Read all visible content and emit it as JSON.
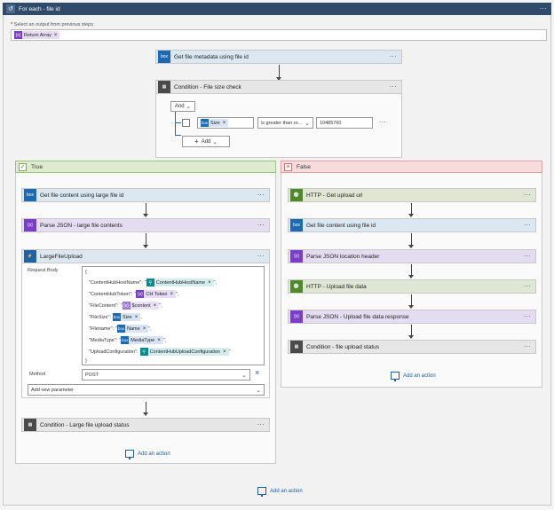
{
  "foreach": {
    "title": "For each - file id",
    "icon": "loop-icon"
  },
  "select_output": {
    "label": "Select an output from previous steps",
    "required_mark": "*",
    "token": "Return Array"
  },
  "steps": {
    "get_metadata": "Get file metadata using file id",
    "condition_size": "Condition - File size check"
  },
  "condition": {
    "and_label": "And",
    "operand_token": "Size",
    "operator": "is greater than or...",
    "value": "10485760",
    "add_label": "Add"
  },
  "true_branch": {
    "header": "True",
    "get_content": "Get file content using large file id",
    "parse_json": "Parse JSON - large file contents",
    "upload_title": "LargeFileUpload",
    "request_body_label": "Request Body",
    "body": {
      "open": "{",
      "close": "}",
      "line1_key": "\"ContentHubHostName\":",
      "line1_token": "ContentHubHostName",
      "line2_key": "\"ContentHubToken\":",
      "line2_token": "CH Token",
      "line3_key": "\"FileContent\":",
      "line3_token": "$content",
      "line4_key": "\"FileSize\":",
      "line4_token": "Size",
      "line5_key": "\"Filename\":",
      "line5_token": "Name",
      "line6_key": "\"MediaType\":",
      "line6_token": "MediaType",
      "line7_key": "\"UploadConfiguration\":",
      "line7_token": "ContentHubUploadConfiguration",
      "quote_comma": "\",",
      "quote": "\""
    },
    "method_label": "Method",
    "method_value": "POST",
    "add_param": "Add new parameter",
    "condition_upload": "Condition - Large file upload status",
    "add_action": "Add an action"
  },
  "false_branch": {
    "header": "False",
    "http_upload_url": "HTTP - Get upload url",
    "get_content": "Get file content using file id",
    "parse_location": "Parse JSON location header",
    "http_upload_data": "HTTP - Upload file data",
    "parse_response": "Parse JSON - Upload file data response",
    "condition_status": "Condition - file upload status",
    "add_action": "Add an action"
  },
  "add_action_bottom": "Add an action",
  "colors": {
    "header": "#2f4a6b",
    "box": "#1c6ab3",
    "json": "#7a3ec8",
    "http": "#4f8a2a",
    "condition": "#4a4a4a",
    "link": "#1c5e9e"
  }
}
